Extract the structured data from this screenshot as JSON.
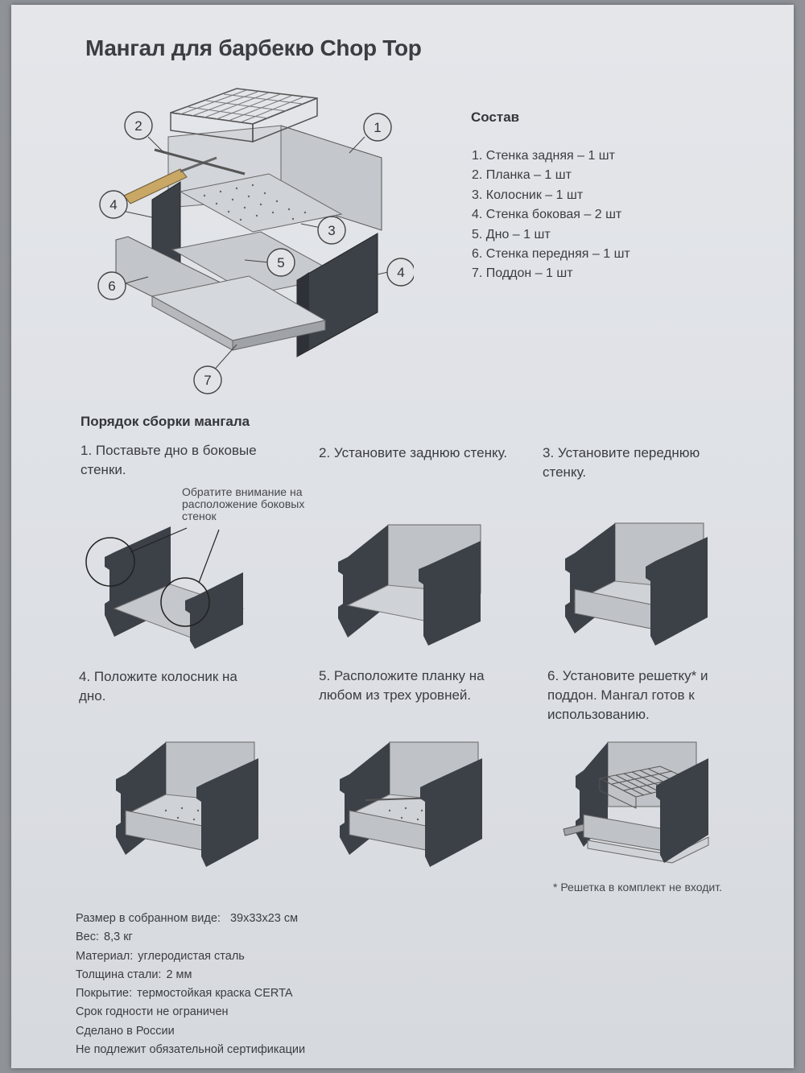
{
  "title": "Мангал для барбекю Chop Top",
  "composition": {
    "heading": "Состав",
    "items": [
      "1. Стенка задняя – 1 шт",
      "2. Планка – 1 шт",
      "3. Колосник – 1 шт",
      "4. Стенка боковая – 2 шт",
      "5. Дно – 1 шт",
      "6. Стенка передняя – 1 шт",
      "7. Поддон – 1 шт"
    ]
  },
  "diagram": {
    "callouts": [
      "1",
      "2",
      "3",
      "4",
      "4",
      "5",
      "6",
      "7"
    ]
  },
  "assembly": {
    "heading": "Порядок сборки мангала",
    "steps": [
      "1. Поставьте дно в боковые стенки.",
      "2. Установите заднюю стенку.",
      "3. Установите переднюю стенку.",
      "4. Положите колосник на дно.",
      "5. Расположите планку на любом из трех уровней.",
      "6. Установите решетку* и поддон. Мангал готов к использованию."
    ],
    "note": "Обратите внимание на расположение боковых стенок",
    "footnote": "* Решетка в комплект не входит."
  },
  "specs": [
    {
      "label": "Размер в собранном виде:",
      "value": "39х33х23 см"
    },
    {
      "label": "Вес:",
      "value": "8,3 кг"
    },
    {
      "label": "Материал:",
      "value": "углеродистая сталь"
    },
    {
      "label": "Толщина стали:",
      "value": "2 мм"
    },
    {
      "label": "Покрытие:",
      "value": "термостойкая краска CERTA"
    },
    {
      "label": "Срок годности не ограничен",
      "value": ""
    },
    {
      "label": "Сделано в России",
      "value": ""
    },
    {
      "label": "Не подлежит обязательной сертификации",
      "value": ""
    }
  ],
  "colors": {
    "dark_metal": "#3c4047",
    "light_metal": "#bfc2c6",
    "paper": "#e1e3e7"
  }
}
